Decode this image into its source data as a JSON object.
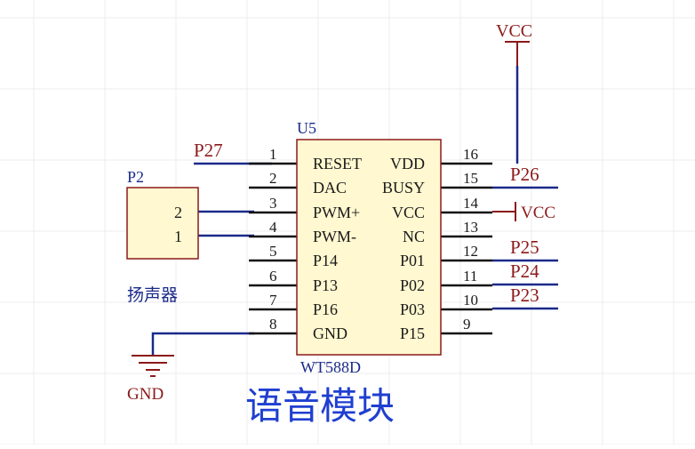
{
  "schematic": {
    "title": "语音模块",
    "ic": {
      "designator": "U5",
      "part_number": "WT588D",
      "left_pins": [
        {
          "num": "1",
          "name": "RESET"
        },
        {
          "num": "2",
          "name": "DAC"
        },
        {
          "num": "3",
          "name": "PWM+"
        },
        {
          "num": "4",
          "name": "PWM-"
        },
        {
          "num": "5",
          "name": "P14"
        },
        {
          "num": "6",
          "name": "P13"
        },
        {
          "num": "7",
          "name": "P16"
        },
        {
          "num": "8",
          "name": "GND"
        }
      ],
      "right_pins": [
        {
          "num": "16",
          "name": "VDD"
        },
        {
          "num": "15",
          "name": "BUSY"
        },
        {
          "num": "14",
          "name": "VCC"
        },
        {
          "num": "13",
          "name": "NC"
        },
        {
          "num": "12",
          "name": "P01"
        },
        {
          "num": "11",
          "name": "P02"
        },
        {
          "num": "10",
          "name": "P03"
        },
        {
          "num": "9",
          "name": "P15"
        }
      ]
    },
    "connector": {
      "designator": "P2",
      "pin_top": "2",
      "pin_bottom": "1",
      "comment": "扬声器"
    },
    "nets": {
      "p27": "P27",
      "p26": "P26",
      "p25": "P25",
      "p24": "P24",
      "p23": "P23",
      "vcc_top": "VCC",
      "vcc_side": "VCC",
      "gnd": "GND"
    },
    "colors": {
      "wire": "#1a2a8a",
      "pin": "#111111",
      "component_fill": "#fff8d0",
      "component_border": "#8b1a1a",
      "net_label": "#8b1a1a",
      "power": "#8b1a1a",
      "title": "#1f3fd0",
      "grid": "#ececec"
    }
  }
}
